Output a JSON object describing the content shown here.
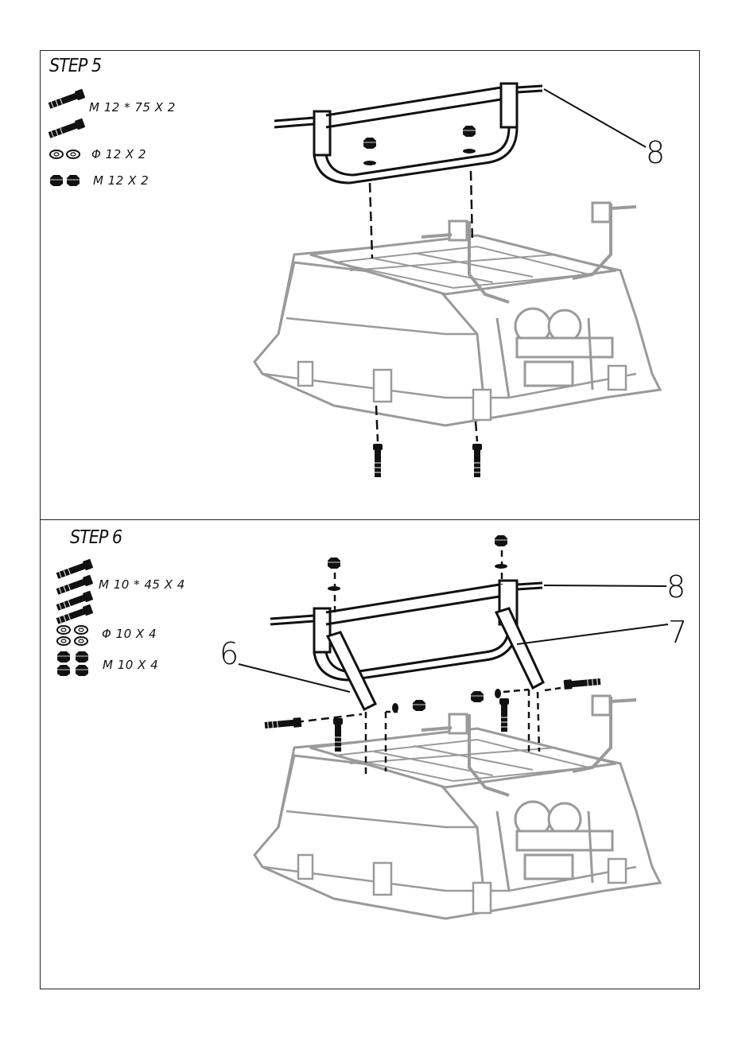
{
  "steps": [
    {
      "title": "STEP 5",
      "parts": [
        {
          "label": "M 12 * 75  X  2",
          "icon": "bolt-icon"
        },
        {
          "label": "Φ 12  X  2",
          "icon": "washer-icon"
        },
        {
          "label": "M 12  X  2",
          "icon": "nut-icon"
        }
      ],
      "callouts": [
        "8"
      ]
    },
    {
      "title": "STEP 6",
      "parts": [
        {
          "label": "M 10 * 45 X 4",
          "icon": "bolt-icon"
        },
        {
          "label": "Φ  10  X 4",
          "icon": "washer-icon"
        },
        {
          "label": "M 10  X  4",
          "icon": "nut-icon"
        }
      ],
      "callouts": [
        "8",
        "7",
        "6"
      ]
    }
  ],
  "colors": {
    "line": "#111111",
    "part_gray": "#9a9a9a"
  }
}
